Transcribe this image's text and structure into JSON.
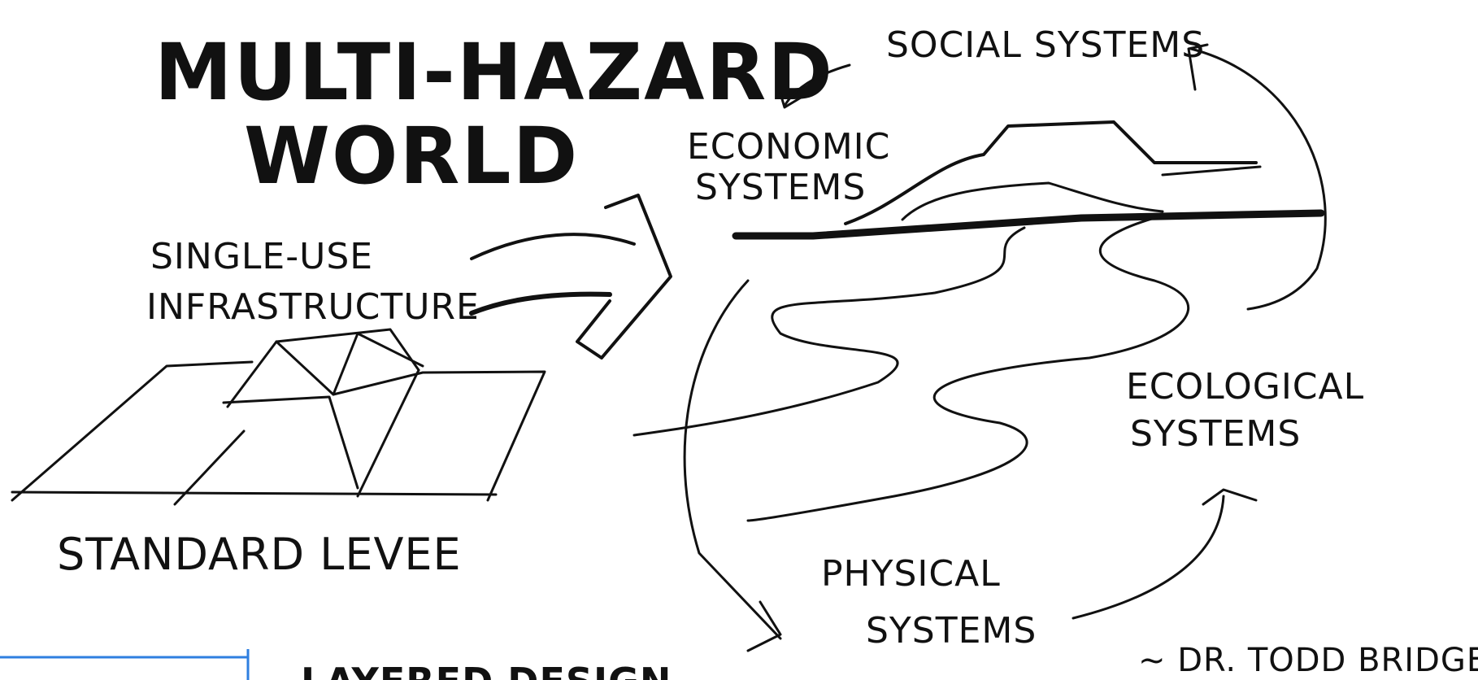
{
  "title": {
    "line1": "MULTI-HAZARD",
    "line2": "WORLD"
  },
  "left": {
    "top_label_line1": "SINGLE-USE",
    "top_label_line2": "INFRASTRUCTURE",
    "bottom_label": "STANDARD LEVEE"
  },
  "systems": {
    "social": "SOCIAL SYSTEMS",
    "economic_line1": "ECONOMIC",
    "economic_line2": "SYSTEMS",
    "ecological_line1": "ECOLOGICAL",
    "ecological_line2": "SYSTEMS",
    "physical_line1": "PHYSICAL",
    "physical_line2": "SYSTEMS"
  },
  "credit": "~ DR. TODD BRIDGES",
  "bottom_partial_text": "LAYERED DESIGN",
  "colors": {
    "ink": "#111111",
    "accent_line": "#2f7fe0",
    "background": "#ffffff"
  }
}
